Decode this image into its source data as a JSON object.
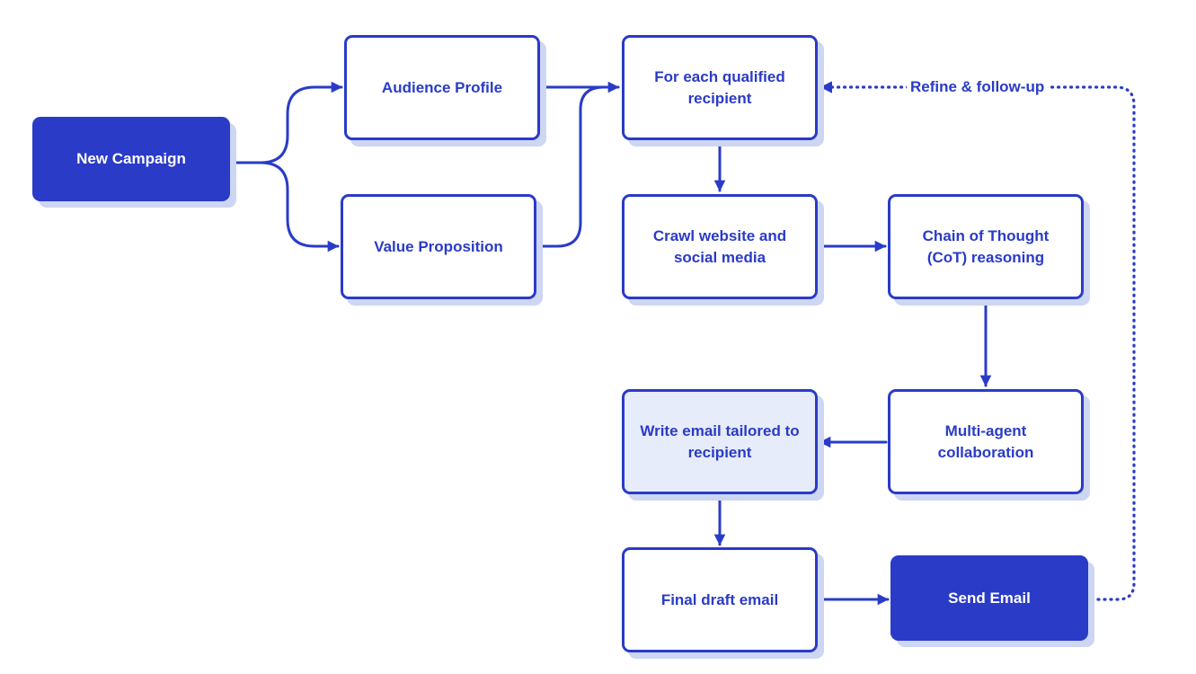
{
  "nodes": {
    "new_campaign": "New Campaign",
    "audience_profile": "Audience Profile",
    "value_proposition": "Value Proposition",
    "for_each_recipient": "For each qualified recipient",
    "crawl": "Crawl website and social media",
    "cot": "Chain of Thought (CoT) reasoning",
    "multi_agent": "Multi-agent collaboration",
    "write_email": "Write email tailored to recipient",
    "final_draft": "Final draft email",
    "send_email": "Send Email"
  },
  "edges": {
    "refine_label": "Refine & follow-up"
  },
  "colors": {
    "primary": "#2a3bc7",
    "shadow": "#cdd6f2",
    "highlight_fill": "#e6ecfa"
  }
}
